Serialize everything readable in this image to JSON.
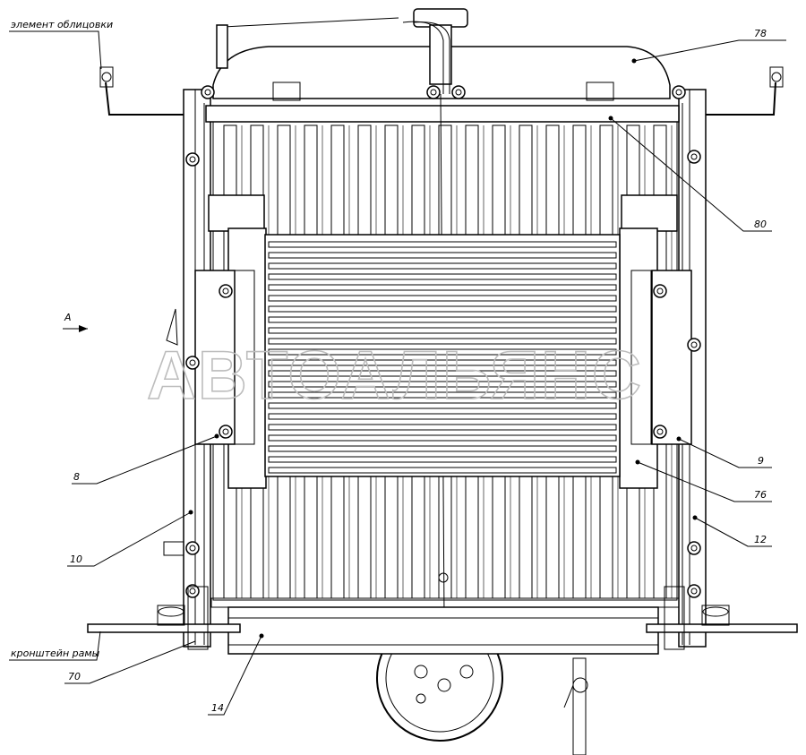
{
  "labels": {
    "cladding_element": "элемент облицовки",
    "frame_bracket": "кронштейн рамы",
    "view_a": "А"
  },
  "callouts": [
    {
      "id": "78",
      "text": "78"
    },
    {
      "id": "80",
      "text": "80"
    },
    {
      "id": "9",
      "text": "9"
    },
    {
      "id": "76",
      "text": "76"
    },
    {
      "id": "12",
      "text": "12"
    },
    {
      "id": "8",
      "text": "8"
    },
    {
      "id": "10",
      "text": "10"
    },
    {
      "id": "70",
      "text": "70"
    },
    {
      "id": "14",
      "text": "14"
    }
  ],
  "watermark": "АВТОАЛЬЯНС"
}
